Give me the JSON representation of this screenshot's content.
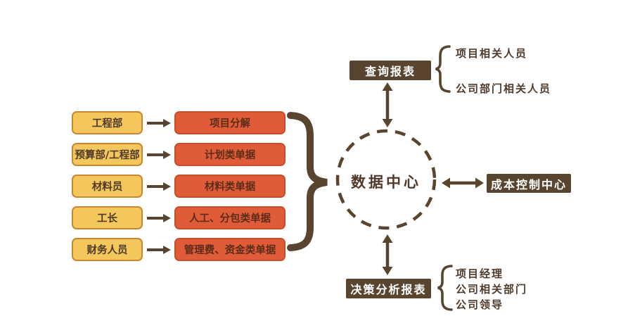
{
  "colors": {
    "source_box_fill": "#F3C75B",
    "source_box_border": "#C8862E",
    "document_box_fill": "#E05C38",
    "document_box_border": "#C74E2B",
    "dark_brown": "#59452F",
    "label_text": "#4F3A2B",
    "box_text_white": "#FFFFFF"
  },
  "center": {
    "label": "数据中心"
  },
  "flows": [
    {
      "source": "工程部",
      "document": "项目分解"
    },
    {
      "source": "预算部/工程部",
      "document": "计划类单据"
    },
    {
      "source": "材料员",
      "document": "材料类单据"
    },
    {
      "source": "工长",
      "document": "人工、分包类单据"
    },
    {
      "source": "财务人员",
      "document": "管理费、资金类单据"
    }
  ],
  "query_reports": {
    "label": "查询报表",
    "audience": [
      "项目相关人员",
      "公司部门相关人员"
    ]
  },
  "cost_control": {
    "label": "成本控制中心"
  },
  "decision_reports": {
    "label": "决策分析报表",
    "audience": [
      "项目经理",
      "公司相关部门",
      "公司领导"
    ]
  }
}
